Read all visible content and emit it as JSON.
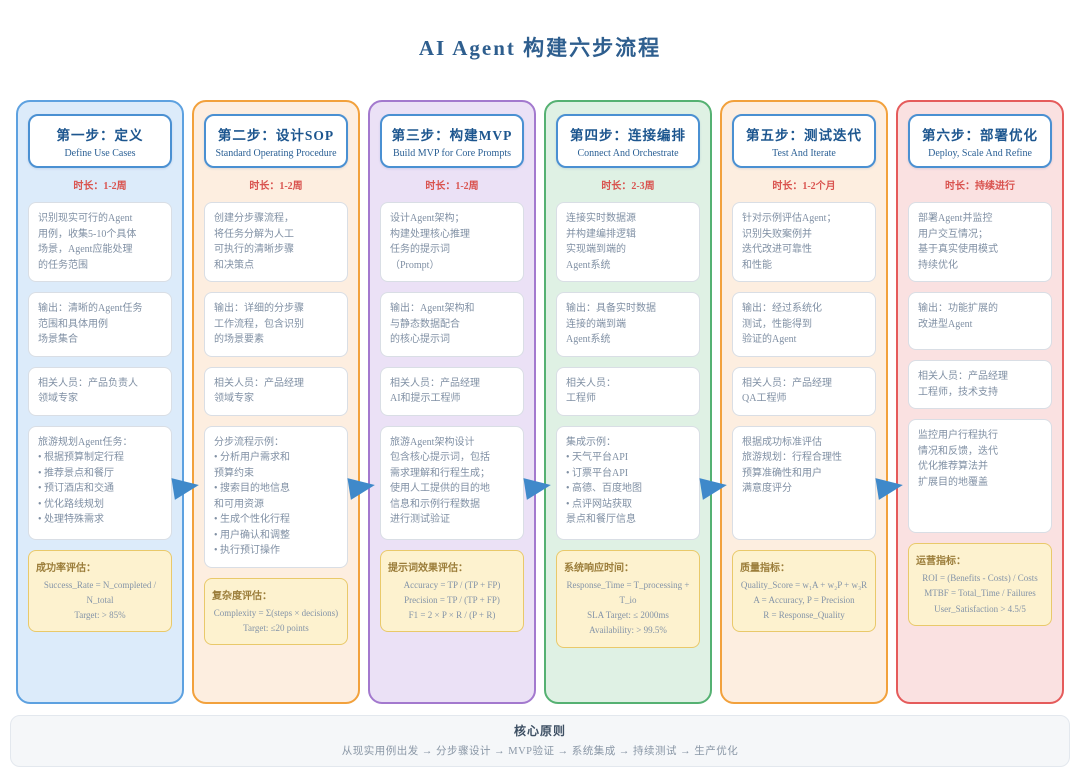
{
  "title": "AI Agent 构建六步流程",
  "arrow_color": "#3f89ca",
  "columns": [
    {
      "accent": "#5da1e0",
      "bg": "#dcebfa",
      "step_title": "第一步：定义",
      "step_subtitle": "Define Use Cases",
      "duration": "时长：1-2周",
      "description": "识别现实可行的Agent\n用例，收集5-10个具体\n场景，Agent应能处理\n的任务范围",
      "output": "输出：清晰的Agent任务\n范围和具体用例\n场景集合",
      "people": "相关人员：产品负责人\n领域专家",
      "example": [
        "旅游规划Agent任务：",
        "• 根据预算制定行程",
        "• 推荐景点和餐厅",
        "• 预订酒店和交通",
        "• 优化路线规划",
        "• 处理特殊需求"
      ],
      "metric_title": "成功率评估：",
      "metric_lines": [
        "Success_Rate = N_completed / N_total",
        "Target: > 85%"
      ]
    },
    {
      "accent": "#f2a13c",
      "bg": "#fdeee0",
      "step_title": "第二步：设计SOP",
      "step_subtitle": "Standard Operating Procedure",
      "duration": "时长：1-2周",
      "description": "创建分步骤流程，\n将任务分解为人工\n可执行的清晰步骤\n和决策点",
      "output": "输出：详细的分步骤\n工作流程，包含识别\n的场景要素",
      "people": "相关人员：产品经理\n领域专家",
      "example": [
        "分步流程示例：",
        "• 分析用户需求和",
        "预算约束",
        "• 搜索目的地信息",
        "和可用资源",
        "• 生成个性化行程",
        "• 用户确认和调整",
        "• 执行预订操作"
      ],
      "metric_title": "复杂度评估：",
      "metric_lines": [
        "Complexity = Σ(steps × decisions)",
        "Target: ≤20 points"
      ]
    },
    {
      "accent": "#a379ce",
      "bg": "#ebe1f6",
      "step_title": "第三步：构建MVP",
      "step_subtitle": "Build MVP for Core Prompts",
      "duration": "时长：1-2周",
      "description": "设计Agent架构；\n构建处理核心推理\n任务的提示词\n（Prompt）",
      "output": "输出：Agent架构和\n与静态数据配合\n的核心提示词",
      "people": "相关人员：产品经理\nAI和提示工程师",
      "example": "旅游Agent架构设计\n包含核心提示词，包括\n需求理解和行程生成；\n使用人工提供的目的地\n信息和示例行程数据\n进行测试验证",
      "metric_title": "提示词效果评估：",
      "metric_lines": [
        "Accuracy = TP / (TP + FP)",
        "Precision = TP / (TP + FP)",
        "F1 = 2 × P × R / (P + R)"
      ]
    },
    {
      "accent": "#55b172",
      "bg": "#dff1e4",
      "step_title": "第四步：连接编排",
      "step_subtitle": "Connect And Orchestrate",
      "duration": "时长：2-3周",
      "description": "连接实时数据源\n并构建编排逻辑\n实现端到端的\nAgent系统",
      "output": "输出：具备实时数据\n连接的端到端\nAgent系统",
      "people": "相关人员：\n工程师",
      "example": [
        "集成示例：",
        "• 天气平台API",
        "• 订票平台API",
        "• 高德、百度地图",
        "• 点评网站获取",
        "景点和餐厅信息"
      ],
      "metric_title": "系统响应时间：",
      "metric_lines": [
        "Response_Time = T_processing + T_io",
        "SLA Target: ≤ 2000ms",
        "Availability: > 99.5%"
      ]
    },
    {
      "accent": "#f2a13c",
      "bg": "#fdeee0",
      "step_title": "第五步：测试迭代",
      "step_subtitle": "Test And Iterate",
      "duration": "时长：1-2个月",
      "description": "针对示例评估Agent；\n识别失败案例并\n迭代改进可靠性\n和性能",
      "output": "输出：经过系统化\n测试，性能得到\n验证的Agent",
      "people": "相关人员：产品经理\nQA工程师",
      "example": "根据成功标准评估\n旅游规划：行程合理性\n预算准确性和用户\n满意度评分",
      "metric_title": "质量指标：",
      "metric_lines": [
        "Quality_Score = w₁A + w₂P + w₃R",
        "A = Accuracy, P = Precision",
        "R = Response_Quality"
      ]
    },
    {
      "accent": "#e55b5b",
      "bg": "#fae1e1",
      "step_title": "第六步：部署优化",
      "step_subtitle": "Deploy, Scale And Refine",
      "duration": "时长：持续进行",
      "description": "部署Agent并监控\n用户交互情况；\n基于真实使用模式\n持续优化",
      "output": "输出：功能扩展的\n改进型Agent",
      "people": "相关人员：产品经理\n工程师，技术支持",
      "example": "监控用户行程执行\n情况和反馈，迭代\n优化推荐算法并\n扩展目的地覆盖",
      "metric_title": "运营指标：",
      "metric_lines": [
        "ROI = (Benefits - Costs) / Costs",
        "MTBF = Total_Time / Failures",
        "User_Satisfaction > 4.5/5"
      ]
    }
  ],
  "footer": {
    "title": "核心原则",
    "flow": "从现实用例出发 → 分步骤设计 → MVP验证 → 系统集成 → 持续测试 → 生产优化"
  }
}
